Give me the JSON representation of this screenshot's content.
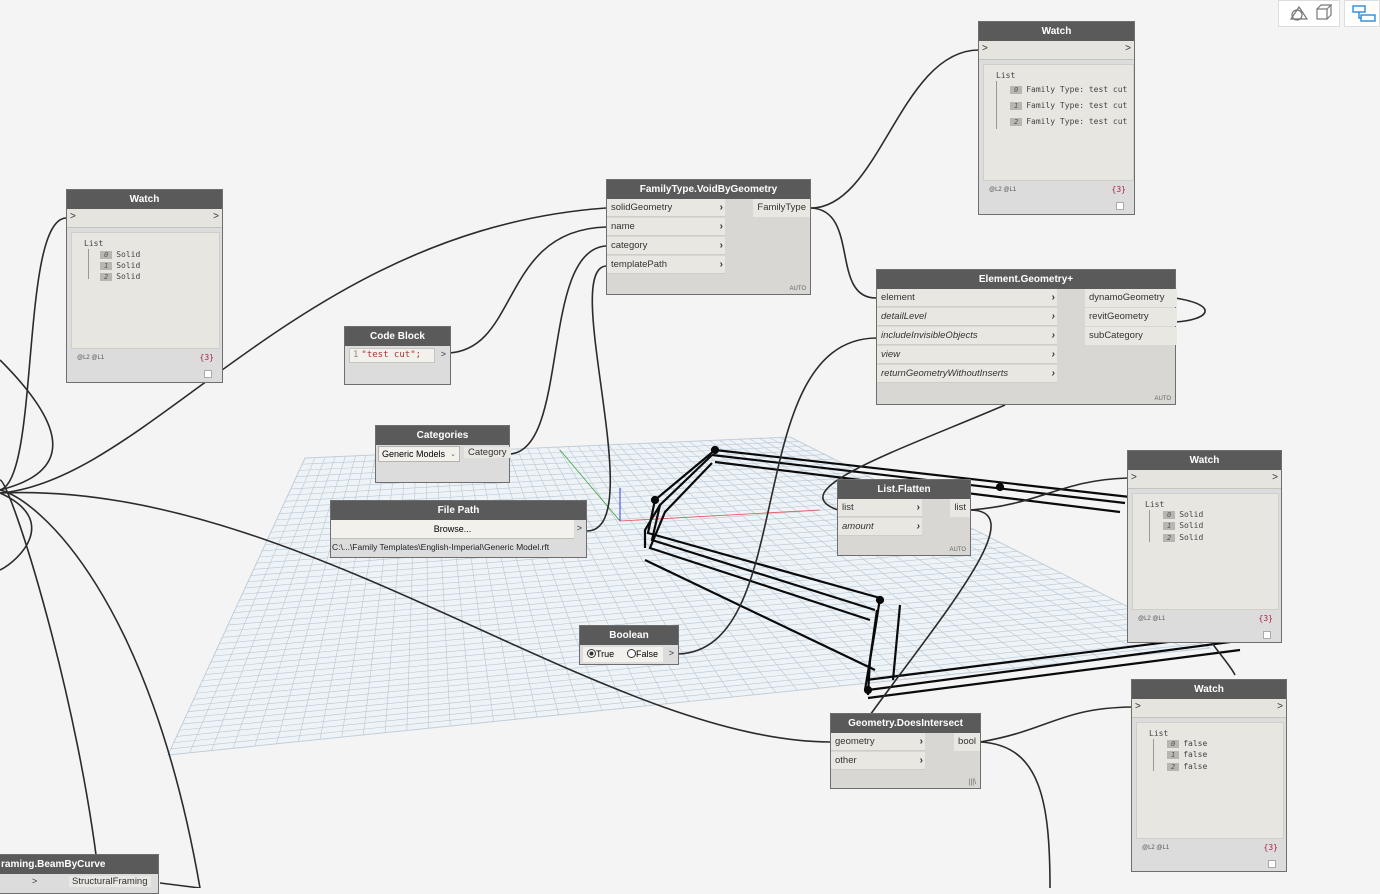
{
  "watch_left": {
    "title": "Watch",
    "in": ">",
    "out": ">",
    "list_title": "List",
    "items": [
      {
        "idx": "0",
        "val": "Solid"
      },
      {
        "idx": "1",
        "val": "Solid"
      },
      {
        "idx": "2",
        "val": "Solid"
      }
    ],
    "levels": "@L2 @L1",
    "count": "{3}"
  },
  "watch_top": {
    "title": "Watch",
    "in": ">",
    "out": ">",
    "list_title": "List",
    "items": [
      {
        "idx": "0",
        "val": "Family Type: test cut"
      },
      {
        "idx": "1",
        "val": "Family Type: test cut"
      },
      {
        "idx": "2",
        "val": "Family Type: test cut"
      }
    ],
    "levels": "@L2 @L1",
    "count": "{3}"
  },
  "watch_right1": {
    "title": "Watch",
    "in": ">",
    "out": ">",
    "list_title": "List",
    "items": [
      {
        "idx": "0",
        "val": "Solid"
      },
      {
        "idx": "1",
        "val": "Solid"
      },
      {
        "idx": "2",
        "val": "Solid"
      }
    ],
    "levels": "@L2 @L1",
    "count": "{3}"
  },
  "watch_right2": {
    "title": "Watch",
    "in": ">",
    "out": ">",
    "list_title": "List",
    "items": [
      {
        "idx": "0",
        "val": "false"
      },
      {
        "idx": "1",
        "val": "false"
      },
      {
        "idx": "2",
        "val": "false"
      }
    ],
    "levels": "@L2 @L1",
    "count": "{3}"
  },
  "familytype": {
    "title": "FamilyType.VoidByGeometry",
    "inputs": [
      "solidGeometry",
      "name",
      "category",
      "templatePath"
    ],
    "output": "FamilyType",
    "lacing": "AUTO"
  },
  "element_geometry": {
    "title": "Element.Geometry+",
    "inputs": [
      "element",
      "detailLevel",
      "includeInvisibleObjects",
      "view",
      "returnGeometryWithoutInserts"
    ],
    "outputs": [
      "dynamoGeometry",
      "revitGeometry",
      "subCategory"
    ],
    "lacing": "AUTO"
  },
  "codeblock": {
    "title": "Code Block",
    "line": "1",
    "code": "\"test cut\";",
    "out": ">"
  },
  "categories": {
    "title": "Categories",
    "selected": "Generic Models",
    "output": "Category"
  },
  "filepath": {
    "title": "File Path",
    "button": "Browse...",
    "out": ">",
    "path": "C:\\...\\Family Templates\\English-Imperial\\Generic Model.rft"
  },
  "flatten": {
    "title": "List.Flatten",
    "inputs": [
      "list",
      "amount"
    ],
    "output": "list",
    "lacing": "AUTO"
  },
  "boolean": {
    "title": "Boolean",
    "true_label": "True",
    "false_label": "False",
    "out": ">",
    "value": true
  },
  "intersect": {
    "title": "Geometry.DoesIntersect",
    "inputs": [
      "geometry",
      "other"
    ],
    "output": "bool",
    "lacing": "|||\\"
  },
  "beam": {
    "title": "raming.BeamByCurve",
    "output": "StructuralFraming",
    "in": ">"
  },
  "toolbar": {
    "icon1": "shapes-icon",
    "icon2": "cube-icon",
    "icon3": "graph-view-icon"
  },
  "colors": {
    "header": "#5a5a5a",
    "wire": "#2b2b2b",
    "grid": "#b9c7d3",
    "geometry": "#0a0a0a"
  }
}
